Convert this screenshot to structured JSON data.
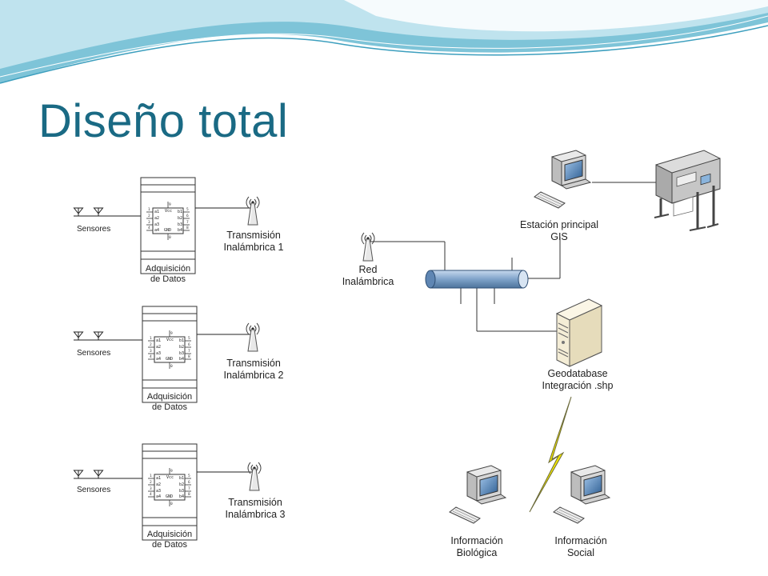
{
  "slide": {
    "title": "Diseño total"
  },
  "acquisition_units": [
    {
      "sensors_label": "Sensores",
      "unit_label": "Adquisición\nde Datos",
      "transmitter_label": "Transmisión\nInalámbrica 1"
    },
    {
      "sensors_label": "Sensores",
      "unit_label": "Adquisición\nde Datos",
      "transmitter_label": "Transmisión\nInalámbrica 2"
    },
    {
      "sensors_label": "Sensores",
      "unit_label": "Adquisición\nde Datos",
      "transmitter_label": "Transmisión\nInalámbrica 3"
    }
  ],
  "chip_pins": {
    "left": [
      "a1",
      "a2",
      "a3",
      "a4"
    ],
    "right": [
      "b1",
      "b2",
      "b3",
      "b4"
    ],
    "vcc": "Vcc",
    "gnd": "GND"
  },
  "network": {
    "wireless_label": "Red\nInalámbrica",
    "station_label": "Estación principal\nGIS",
    "geodatabase_label": "Geodatabase\nIntegración .shp",
    "client_bio_label": "Información\nBiológica",
    "client_social_label": "Información\nSocial"
  },
  "colors": {
    "title": "#1a6a84",
    "bus": "#7fa3c9",
    "lightning": "#f2e600"
  }
}
